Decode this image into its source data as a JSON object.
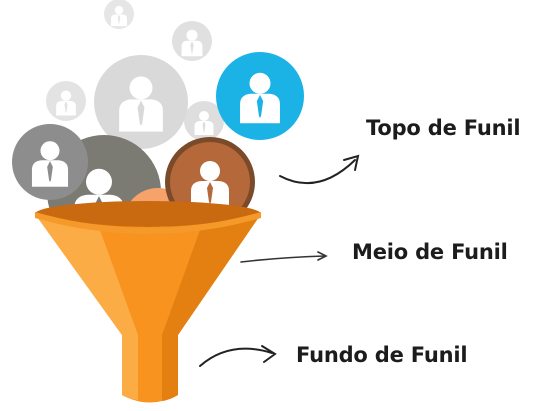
{
  "labels": {
    "top": "Topo de Funil",
    "middle": "Meio de Funil",
    "bottom": "Fundo de Funil"
  },
  "colors": {
    "funnel_orange": "#f7931e",
    "funnel_dark": "#e07d10",
    "funnel_light": "#fbb04a",
    "bubble_blue": "#1bb3e6",
    "bubble_brown": "#b5683a",
    "bubble_peach": "#f5a26b",
    "bubble_dark_gray": "#8a8a8a",
    "bubble_olive": "#7a7a72",
    "bubble_light_gray": "#dcdcdc",
    "arrow": "#222222",
    "text": "#1c1c1c"
  },
  "icons": {
    "bubbles": "person-in-suit-icon",
    "arrows": "curved-arrow-icon"
  }
}
